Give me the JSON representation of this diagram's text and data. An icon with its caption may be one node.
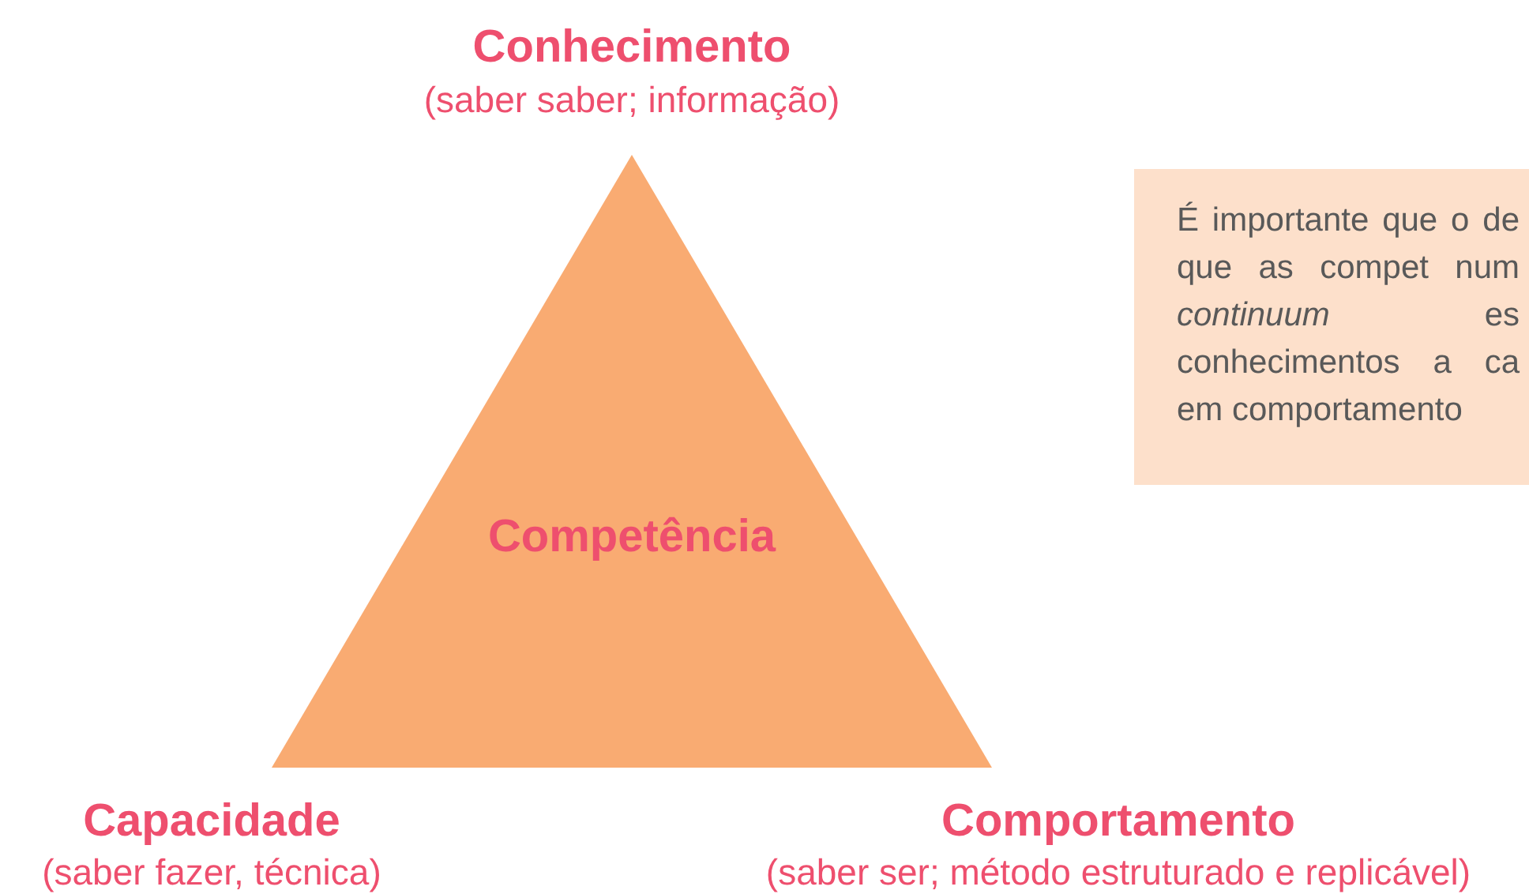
{
  "diagram": {
    "nodes": [
      {
        "text": [
          "Competência"
        ]
      },
      {
        "text": [
          "É importante que o de que as compet num *continuum* es conhecimentos a ca em comportamento"
        ]
      }
    ],
    "labels": [
      "Conhecimento",
      "(saber saber; informação)",
      "Capacidade",
      "(saber fazer, técnica)",
      "Comportamento",
      "(saber ser; método estruturado e replicável)"
    ]
  }
}
